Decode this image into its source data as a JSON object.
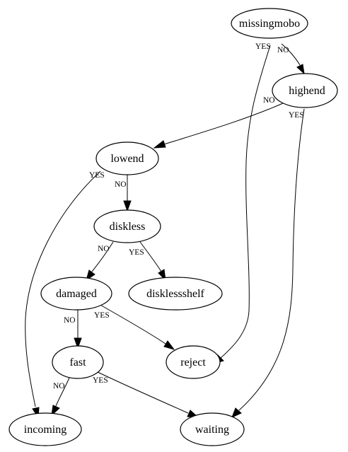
{
  "graph": {
    "nodes": {
      "missingmobo": "missingmobo",
      "highend": "highend",
      "lowend": "lowend",
      "diskless": "diskless",
      "damaged": "damaged",
      "disklessshelf": "disklessshelf",
      "fast": "fast",
      "reject": "reject",
      "incoming": "incoming",
      "waiting": "waiting"
    },
    "edges": [
      {
        "from": "missingmobo",
        "to": "reject",
        "label": "YES"
      },
      {
        "from": "missingmobo",
        "to": "highend",
        "label": "NO"
      },
      {
        "from": "highend",
        "to": "lowend",
        "label": "NO"
      },
      {
        "from": "highend",
        "to": "waiting",
        "label": "YES"
      },
      {
        "from": "lowend",
        "to": "incoming",
        "label": "YES"
      },
      {
        "from": "lowend",
        "to": "diskless",
        "label": "NO"
      },
      {
        "from": "diskless",
        "to": "damaged",
        "label": "NO"
      },
      {
        "from": "diskless",
        "to": "disklessshelf",
        "label": "YES"
      },
      {
        "from": "damaged",
        "to": "fast",
        "label": "NO"
      },
      {
        "from": "damaged",
        "to": "reject",
        "label": "YES"
      },
      {
        "from": "fast",
        "to": "incoming",
        "label": "NO"
      },
      {
        "from": "fast",
        "to": "waiting",
        "label": "YES"
      }
    ]
  }
}
